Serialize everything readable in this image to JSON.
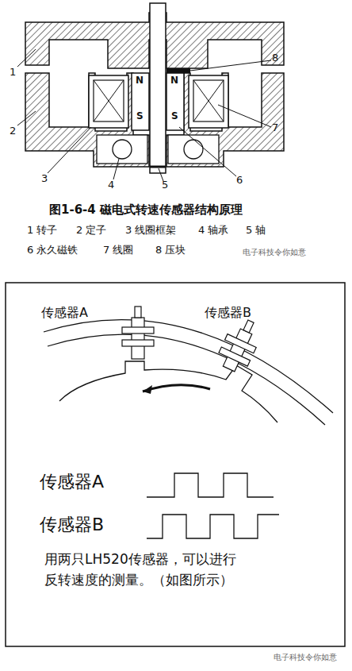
{
  "diagram": {
    "caption": "图1-6-4 磁电式转速传感器结构原理",
    "labels": [
      "1",
      "2",
      "3",
      "4",
      "5",
      "6",
      "7",
      "8",
      "N",
      "S",
      "N",
      "S",
      "1 转子",
      "2 定子",
      "3 线圈框架",
      "4 轴承",
      "5 轴",
      "6 永久磁铁",
      "7 线圈",
      "8 压块",
      "电子科技令你如意",
      "传感器A",
      "传感器B",
      "传感器A",
      "传感器B",
      "用两只LH520传感器，可以进行 反转速度的测量。（如图所示）",
      "电子科技令你如意"
    ]
  }
}
